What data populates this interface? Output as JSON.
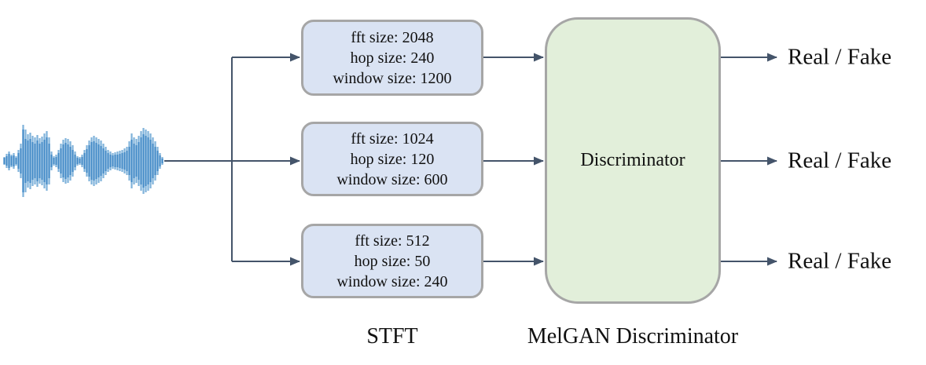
{
  "diagram": {
    "stft_boxes": [
      {
        "lines": [
          "fft size: 2048",
          "hop size: 240",
          "window size: 1200"
        ]
      },
      {
        "lines": [
          "fft size: 1024",
          "hop size: 120",
          "window size: 600"
        ]
      },
      {
        "lines": [
          "fft size: 512",
          "hop size: 50",
          "window size: 240"
        ]
      }
    ],
    "discriminator_label": "Discriminator",
    "outputs": [
      "Real / Fake",
      "Real / Fake",
      "Real / Fake"
    ],
    "captions": {
      "stft": "STFT",
      "melgan": "MelGAN Discriminator"
    },
    "colors": {
      "box_fill": "#dae3f3",
      "discriminator_fill": "#e2efda",
      "box_border": "#a6a6a6",
      "arrow": "#44546a",
      "waveform_dark": "#4189c7",
      "waveform_light": "#7fb2da",
      "text": "#111111"
    },
    "waveform": {
      "samples": [
        [
          5,
          4
        ],
        [
          9,
          6
        ],
        [
          12,
          9
        ],
        [
          8,
          6
        ],
        [
          10,
          7
        ],
        [
          6,
          4
        ],
        [
          14,
          10
        ],
        [
          22,
          16
        ],
        [
          46,
          40
        ],
        [
          40,
          28
        ],
        [
          34,
          26
        ],
        [
          36,
          28
        ],
        [
          32,
          24
        ],
        [
          30,
          22
        ],
        [
          33,
          26
        ],
        [
          29,
          22
        ],
        [
          31,
          24
        ],
        [
          35,
          27
        ],
        [
          38,
          30
        ],
        [
          30,
          22
        ],
        [
          12,
          8
        ],
        [
          6,
          4
        ],
        [
          8,
          5
        ],
        [
          14,
          10
        ],
        [
          22,
          16
        ],
        [
          27,
          21
        ],
        [
          29,
          23
        ],
        [
          28,
          21
        ],
        [
          25,
          18
        ],
        [
          20,
          14
        ],
        [
          12,
          8
        ],
        [
          6,
          4
        ],
        [
          5,
          3
        ],
        [
          8,
          5
        ],
        [
          14,
          10
        ],
        [
          20,
          15
        ],
        [
          26,
          20
        ],
        [
          30,
          24
        ],
        [
          32,
          25
        ],
        [
          30,
          23
        ],
        [
          28,
          21
        ],
        [
          26,
          19
        ],
        [
          22,
          16
        ],
        [
          18,
          13
        ],
        [
          14,
          10
        ],
        [
          12,
          8
        ],
        [
          10,
          7
        ],
        [
          11,
          8
        ],
        [
          12,
          8
        ],
        [
          13,
          9
        ],
        [
          14,
          10
        ],
        [
          16,
          11
        ],
        [
          18,
          13
        ],
        [
          25,
          18
        ],
        [
          35,
          27
        ],
        [
          30,
          22
        ],
        [
          28,
          20
        ],
        [
          32,
          24
        ],
        [
          38,
          30
        ],
        [
          42,
          34
        ],
        [
          40,
          32
        ],
        [
          38,
          30
        ],
        [
          35,
          27
        ],
        [
          30,
          22
        ],
        [
          25,
          18
        ],
        [
          18,
          13
        ],
        [
          10,
          7
        ],
        [
          5,
          3
        ]
      ]
    }
  }
}
